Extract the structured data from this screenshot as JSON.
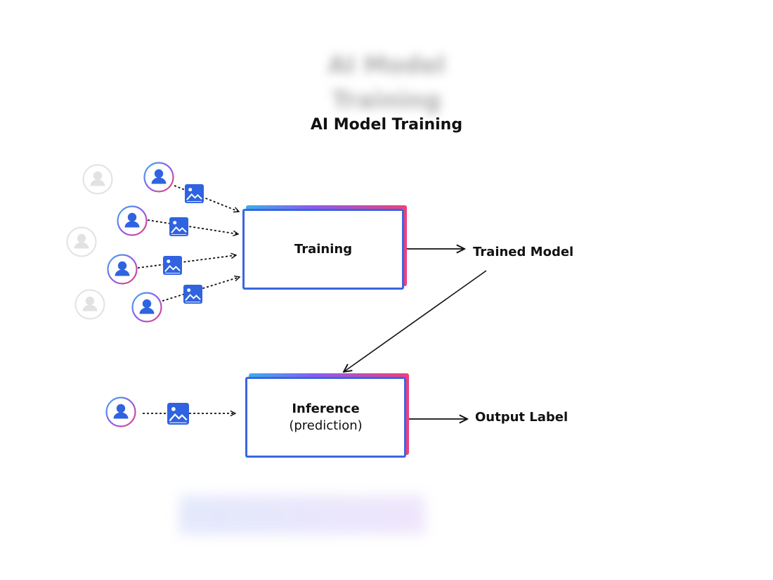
{
  "ghost_title": "AI Model Training",
  "title": "AI Model Training",
  "training_box": {
    "label": "Training"
  },
  "inference_box": {
    "label": "Inference",
    "sublabel": "(prediction)"
  },
  "trained_model_label": "Trained Model",
  "output_label": "Output Label",
  "icons": {
    "user": "user-icon",
    "image": "image-icon"
  },
  "colors": {
    "blue": "#3a66e0",
    "gradient": [
      "#3ab0e8",
      "#8a5cf0",
      "#f0407a"
    ],
    "faded": "#d9d9d9"
  }
}
